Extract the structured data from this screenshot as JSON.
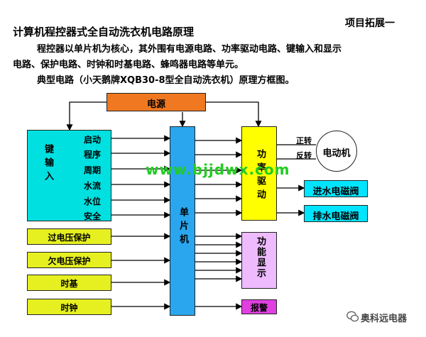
{
  "header": {
    "corner_label": "项目拓展一",
    "title": "计算机程控器式全自动洗衣机电路原理",
    "para1_line1": "程控器以单片机为核心，其外围有电源电路、功率驱动电路、键输入和显示",
    "para1_line2": "电路、保护电路、时钟和时基电路、蜂鸣器电路等单元。",
    "para2": "典型电路（小天鹅牌XQB30-8型全自动洗衣机）原理方框图。"
  },
  "diagram": {
    "power": "电源",
    "keys_block": "键输入",
    "key_items": [
      "启动",
      "程序",
      "周期",
      "水流",
      "水位",
      "安全"
    ],
    "mcu": "单片机",
    "driver": "功率驱动",
    "forward": "正转",
    "reverse": "反转",
    "motor": "电动机",
    "inlet_valve": "进水电磁阀",
    "drain_valve": "排水电磁阀",
    "overvoltage": "过电压保护",
    "undervoltage": "欠电压保护",
    "timebase": "时基",
    "clock": "时钟",
    "display": "功能显示",
    "alarm": "报警"
  },
  "watermark": "www.bjjdwx.com",
  "footer_logo": "奥科远电器",
  "colors": {
    "power": "#f07820",
    "keys": "#00e0e0",
    "mcu": "#2aa6ee",
    "driver": "#ffff00",
    "valve": "#00e5ff",
    "protect": "#e6f020",
    "display": "#eebbff",
    "alarm": "#e040e0"
  }
}
